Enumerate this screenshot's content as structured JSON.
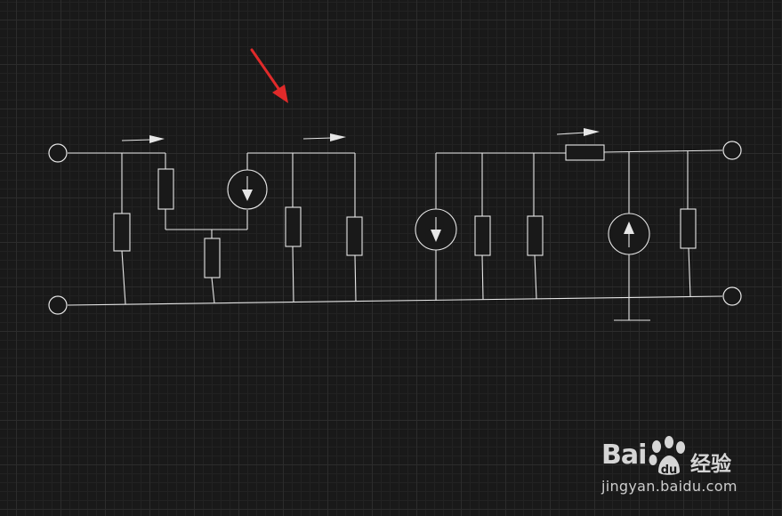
{
  "watermark": {
    "brand_text": "Bai",
    "brand_product": "经验",
    "url": "jingyan.baidu.com"
  },
  "colors": {
    "background": "#191919",
    "grid": "#2c2c2c",
    "wire": "#e6e6e6",
    "pointer_arrow": "#e02a2a"
  },
  "icons": [
    "red-pointer-arrow-icon",
    "baidu-paw-logo-icon",
    "current-direction-arrow-icon",
    "ground-symbol-icon"
  ]
}
